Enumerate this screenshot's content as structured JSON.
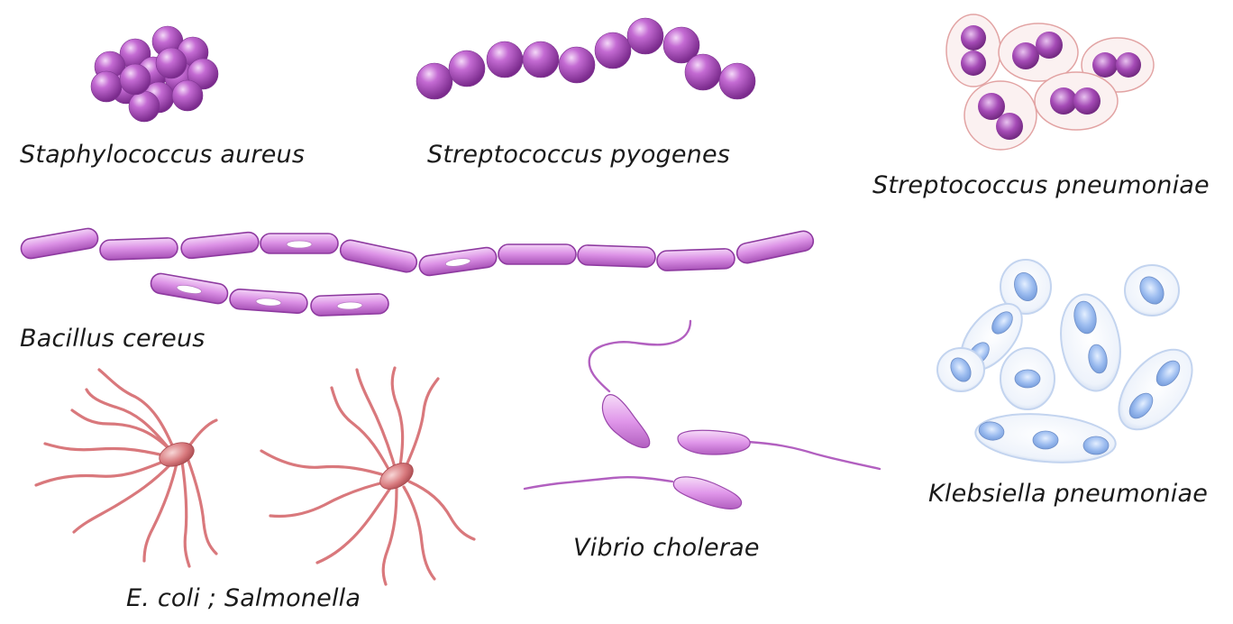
{
  "labels": {
    "staph": "Staphylococcus aureus",
    "strep_pyo": "Streptococcus pyogenes",
    "strep_pneu": "Streptococcus pneumoniae",
    "bacillus": "Bacillus cereus",
    "ecoli": "E. coli ; Salmonella",
    "vibrio": "Vibrio cholerae",
    "klebsiella": "Klebsiella pneumoniae"
  },
  "colors": {
    "cocci": "#b44fc4",
    "rod": "#d887e4",
    "flagellated": "#d9787c",
    "capsule": "#c9dbf4",
    "text": "#1a1a1a"
  }
}
